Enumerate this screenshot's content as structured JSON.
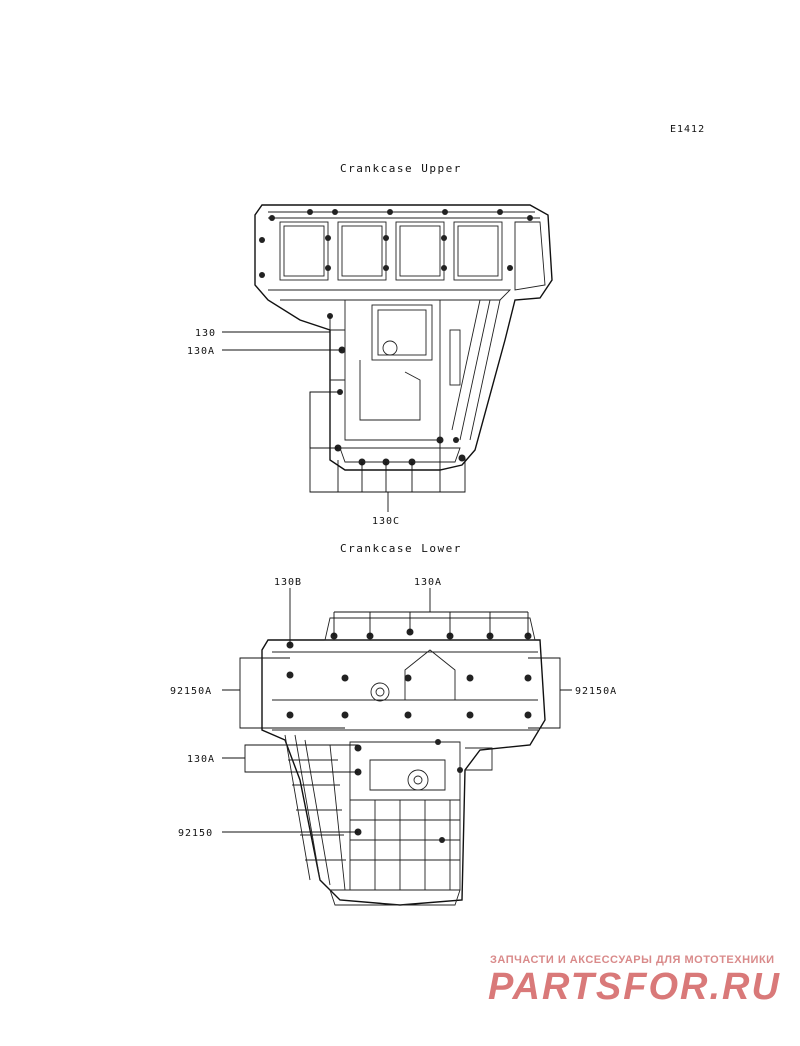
{
  "diagram_code": "E1412",
  "upper": {
    "title": "Crankcase Upper",
    "labels": {
      "l130": "130",
      "l130a": "130A",
      "l130c": "130C"
    }
  },
  "lower": {
    "title": "Crankcase Lower",
    "labels": {
      "l130b": "130B",
      "l130a_top": "130A",
      "l92150a_left": "92150A",
      "l92150a_right": "92150A",
      "l130a_left": "130A",
      "l92150": "92150"
    }
  },
  "watermark": {
    "tagline": "ЗАПЧАСТИ И АКСЕССУАРЫ ДЛЯ МОТОТЕХНИКИ",
    "logo": "PARTSFOR.RU"
  }
}
